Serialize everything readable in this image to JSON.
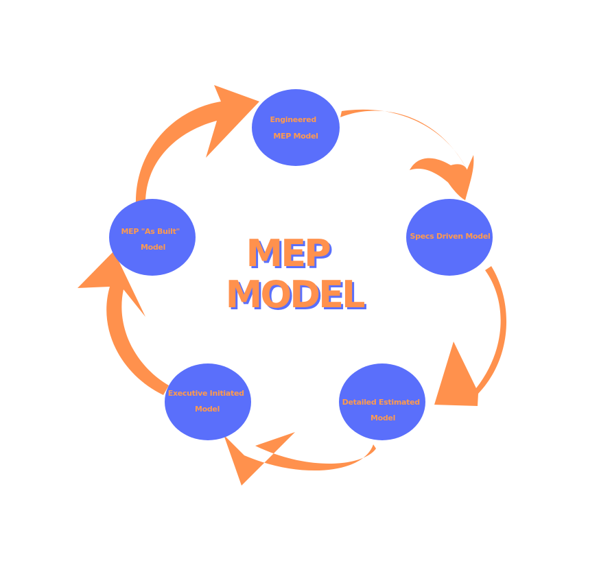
{
  "diagram": {
    "title_lines": [
      "MEP",
      "MODEL"
    ],
    "nodes": [
      {
        "id": "engineered",
        "lines": [
          "Engineered",
          "MEP Model"
        ]
      },
      {
        "id": "specs-driven",
        "lines": [
          "Specs Driven Model"
        ]
      },
      {
        "id": "detailed-estimated",
        "lines": [
          "Detailed Estimated",
          "Model"
        ]
      },
      {
        "id": "executive-initiated",
        "lines": [
          "Executive Initiated",
          "Model"
        ]
      },
      {
        "id": "as-built",
        "lines": [
          "MEP \"As Built\"",
          "Model"
        ]
      }
    ],
    "edges": [
      {
        "from": "engineered",
        "to": "specs-driven"
      },
      {
        "from": "specs-driven",
        "to": "detailed-estimated"
      },
      {
        "from": "detailed-estimated",
        "to": "executive-initiated"
      },
      {
        "from": "executive-initiated",
        "to": "as-built"
      },
      {
        "from": "as-built",
        "to": "engineered"
      }
    ]
  },
  "colors": {
    "node_fill": "#5a6ffb",
    "node_text": "#ff9a4d",
    "arrow": "#ff914d",
    "title_fill": "#ff914d",
    "title_shadow": "#5a6ffb",
    "background": "#ffffff"
  }
}
